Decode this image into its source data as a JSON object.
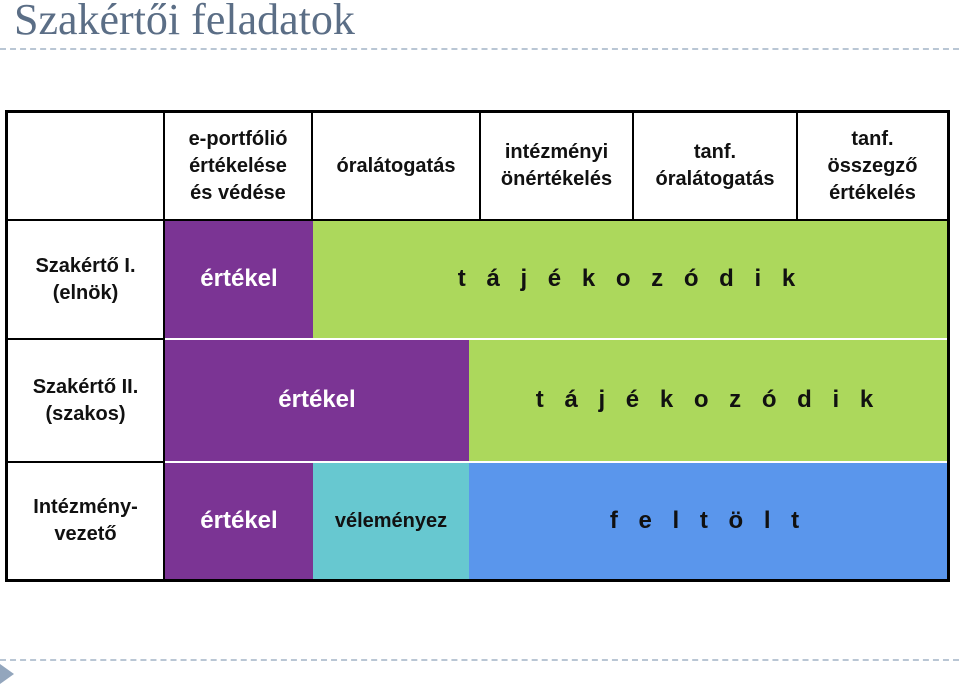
{
  "title": "Szakértői feladatok",
  "header": {
    "col1": "e-portfólió\nértékelése\nés védése",
    "col2": "óralátogatás",
    "col3": "intézményi\nönértékelés",
    "col4": "tanf.\nóralátogatás",
    "col5": "tanf.\nösszegző\nértékelés"
  },
  "rows": {
    "row1": {
      "label": "Szakértő I.\n(elnök)",
      "a": "értékel",
      "b": "t á j é k o z ó d i k"
    },
    "row2": {
      "label": "Szakértő II.\n(szakos)",
      "a": "értékel",
      "b": "t á j é k o z ó d i k"
    },
    "row3": {
      "label": "Intézmény-\nvezető",
      "a": "értékel",
      "b": "véleményez",
      "c": "f e l t ö l t"
    }
  },
  "colors": {
    "purple": "#7b3494",
    "green": "#acd85c",
    "teal": "#67c8d0",
    "blue": "#5a96ec"
  }
}
